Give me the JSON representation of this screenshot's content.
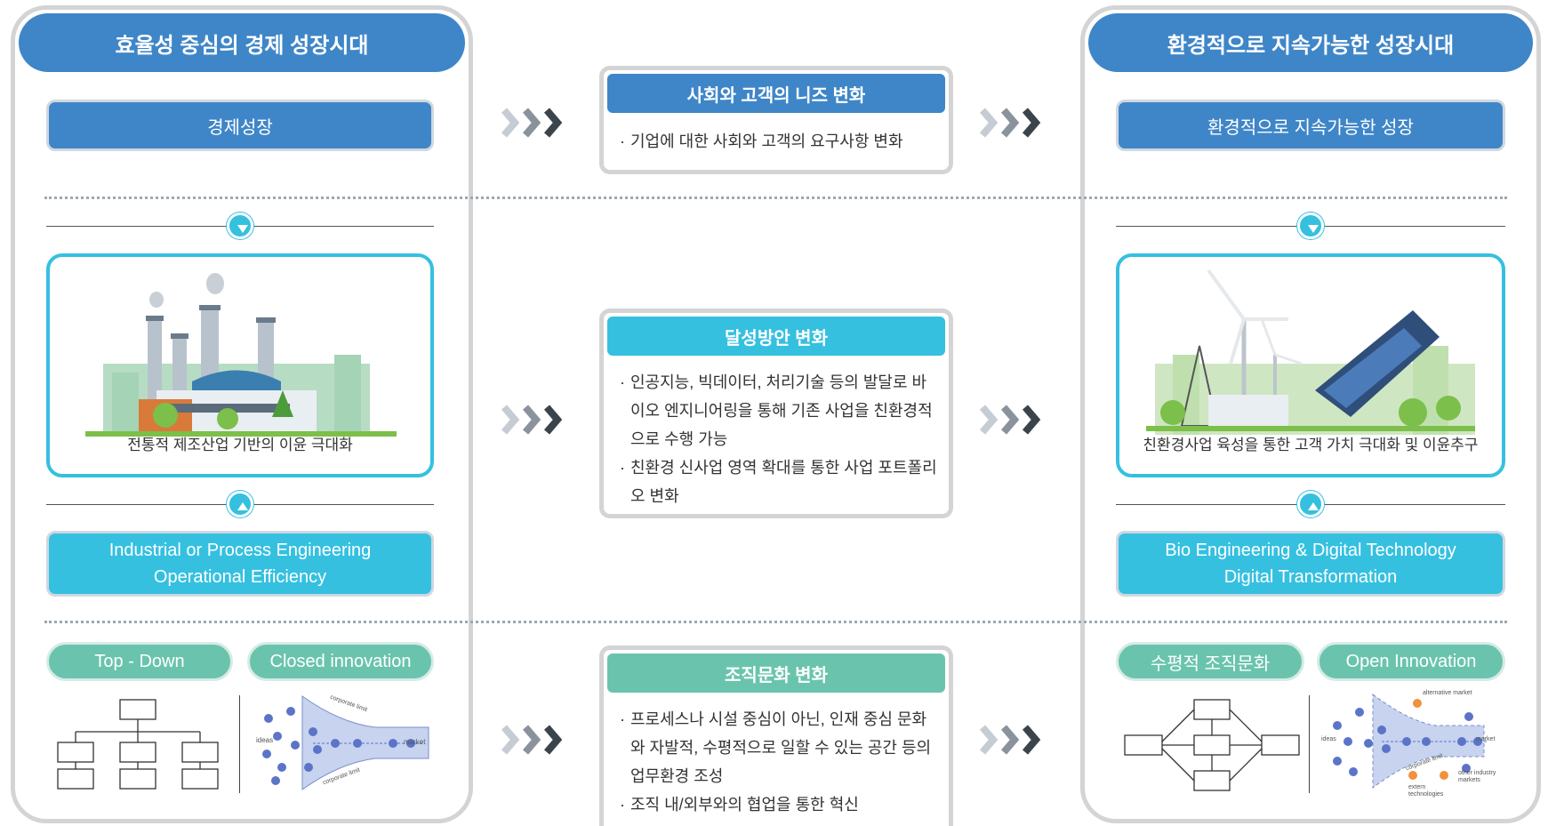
{
  "left": {
    "title": "효율성 중심의 경제 성장시대",
    "top_box": "경제성장",
    "image_caption": "전통적 제조산업 기반의 이윤 극대화",
    "engineering_line1": "Industrial or Process Engineering",
    "engineering_line2": "Operational Efficiency",
    "pill1": "Top - Down",
    "pill2": "Closed innovation",
    "funnel_labels": {
      "ideas": "ideas",
      "market": "market",
      "limit_top": "corporate limit",
      "limit_bottom": "corporate limit"
    }
  },
  "right": {
    "title": "환경적으로 지속가능한 성장시대",
    "top_box": "환경적으로 지속가능한 성장",
    "image_caption": "친환경사업 육성을 통한 고객 가치 극대화 및 이윤추구",
    "engineering_line1": "Bio Engineering & Digital Technology",
    "engineering_line2": "Digital Transformation",
    "pill1": "수평적 조직문화",
    "pill2": "Open Innovation",
    "funnel_labels": {
      "ideas": "ideas",
      "market": "market",
      "alt_market": "alternative market",
      "other_markets": "other industry markets",
      "extern": "extern technologies",
      "limit": "corporate limit"
    }
  },
  "center": {
    "box1": {
      "title": "사회와 고객의 니즈 변화",
      "items": [
        "기업에 대한 사회와 고객의 요구사항 변화"
      ]
    },
    "box2": {
      "title": "달성방안 변화",
      "items": [
        "인공지능, 빅데이터, 처리기술 등의 발달로 바이오 엔지니어링을 통해 기존 사업을 친환경적으로 수행 가능",
        "친환경 신사업 영역 확대를 통한 사업 포트폴리오 변화"
      ]
    },
    "box3": {
      "title": "조직문화 변화",
      "items": [
        "프로세스나 시설 중심이 아닌, 인재 중심 문화와 자발적, 수평적으로 일할 수 있는 공간 등의 업무환경 조성",
        "조직 내/외부와의 협업을 통한 혁신"
      ]
    }
  },
  "colors": {
    "blue": "#3f86c8",
    "cyan": "#35c0e0",
    "teal": "#6ac4ad",
    "border": "#d4d4d4"
  }
}
